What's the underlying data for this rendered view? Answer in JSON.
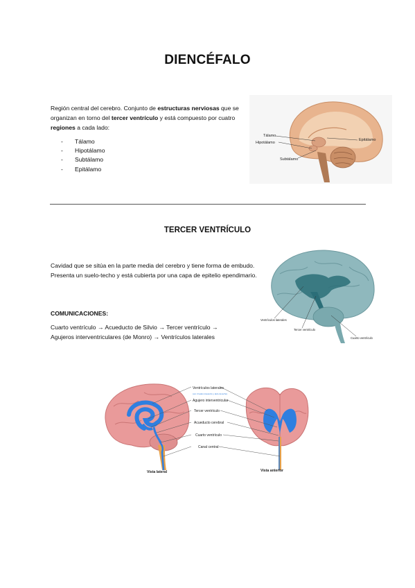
{
  "page": {
    "title": "DIENCÉFALO",
    "section1": {
      "intro_parts": [
        {
          "text": "Región central del cerebro. Conjunto de ",
          "bold": false
        },
        {
          "text": "estructuras nerviosas",
          "bold": true
        },
        {
          "text": " que se organizan en torno del ",
          "bold": false
        },
        {
          "text": "tercer ventrículo",
          "bold": true
        },
        {
          "text": " y está compuesto por cuatro ",
          "bold": false
        },
        {
          "text": "regiones",
          "bold": true
        },
        {
          "text": " a cada lado:",
          "bold": false
        }
      ],
      "list": [
        "Tálamo",
        "Hipotálamo",
        "Subtálamo",
        "Epitálamo"
      ],
      "bullet": "-",
      "figure_labels": {
        "talamo": "Tálamo",
        "hipotalamo": "Hipotálamo",
        "subtalamo": "Subtálamo",
        "epitalamo": "Epitálamo"
      }
    },
    "section2": {
      "heading": "TERCER VENTRÍCULO",
      "description": "Cavidad que se sitúa en la parte media del cerebro y tiene forma de embudo. Presenta un suelo-techo y está cubierta por una capa de epitelio ependimario.",
      "communications_label": "COMUNICACIONES:",
      "communications_line1": "Cuarto ventrículo → Acueducto de Silvio → Tercer ventrículo →",
      "communications_line2": "Agujeros interventriculares (de Monro) → Ventrículos laterales",
      "figure_labels": {
        "ventriculos_laterales": "Ventrículos laterales",
        "tercer_ventriculo": "Tercer ventrículo",
        "cuarto_ventriculo": "Cuarto ventrículo"
      }
    },
    "bottom_figure": {
      "labels": {
        "ventriculos_laterales": "Ventrículos laterales",
        "sublabel": "(ver 2 lados izquierdo y lado derecho)",
        "agujero": "Agujero interventricular",
        "tercer": "Tercer ventrículo",
        "acueducto": "Acueducto cerebral",
        "cuarto": "Cuarto ventrículo",
        "canal": "Canal central",
        "vista_lateral": "Vista lateral",
        "vista_anterior": "Vista anterior"
      }
    },
    "colors": {
      "text": "#111111",
      "rule": "#555555",
      "ventricle_blue": "#2f7fe0",
      "brain_pink": "#e99a9a",
      "brain_teal": "#6fa6ad"
    }
  }
}
